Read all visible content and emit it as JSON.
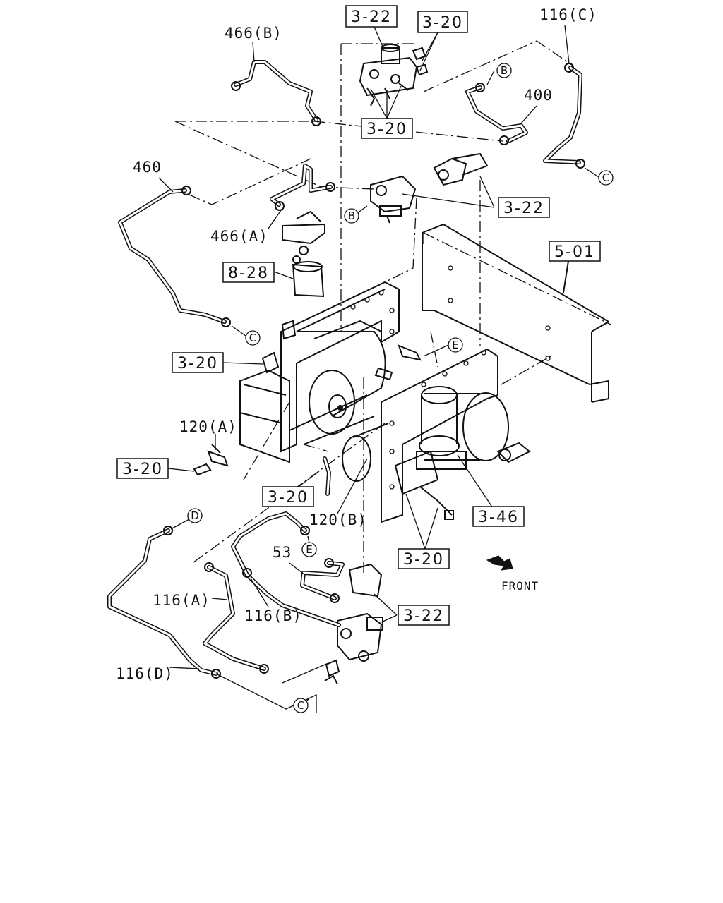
{
  "diagram": {
    "ref_boxes": [
      "3-22",
      "3-20",
      "3-20",
      "3-22",
      "5-01",
      "8-28",
      "3-20",
      "3-20",
      "3-20",
      "3-46",
      "3-20",
      "3-22"
    ],
    "part_labels": [
      "466(B)",
      "116(C)",
      "400",
      "460",
      "466(A)",
      "120(A)",
      "120(B)",
      "53",
      "116(A)",
      "116(B)",
      "116(D)"
    ],
    "connectors": [
      "B",
      "B",
      "C",
      "C",
      "C",
      "D",
      "E",
      "E"
    ],
    "front_label": "FRONT"
  }
}
